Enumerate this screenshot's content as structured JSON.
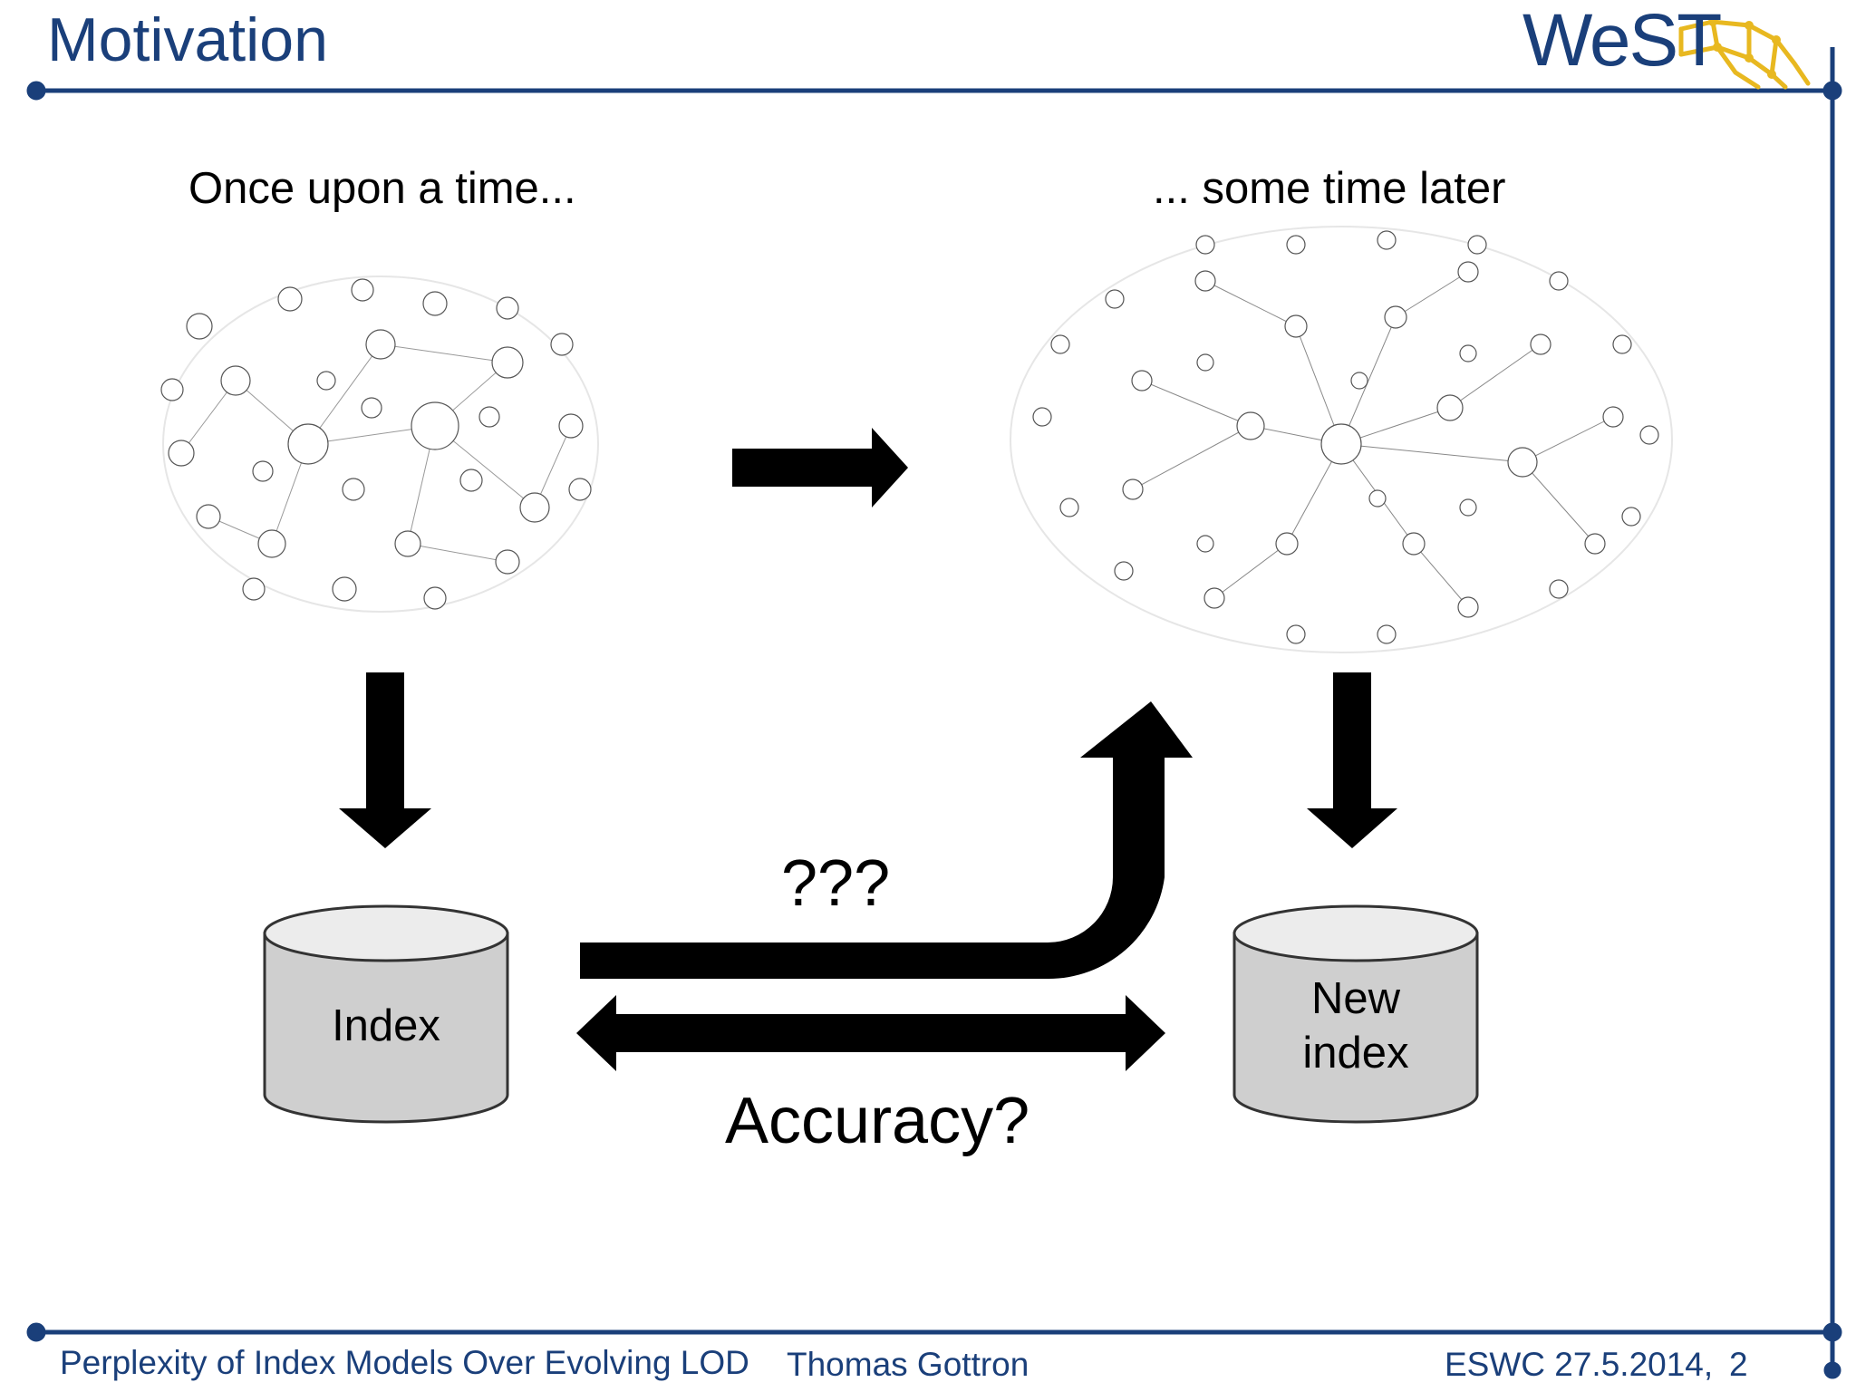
{
  "slide": {
    "title": "Motivation",
    "logo_text": "WeST",
    "colors": {
      "frame": "#1a3f7a",
      "arrow": "#000000",
      "cylinder": "#d9d9d9",
      "logo_accent": "#e8b820"
    }
  },
  "diagram": {
    "caption_left": "Once upon a time...",
    "caption_right": "... some time later",
    "cylinder_left_label": "Index",
    "cylinder_right_label_line1": "New",
    "cylinder_right_label_line2": "index",
    "question_label": "???",
    "accuracy_label": "Accuracy?"
  },
  "footer": {
    "talk_title": "Perplexity of Index Models Over Evolving LOD",
    "author": "Thomas Gottron",
    "event_date": "ESWC 27.5.2014,",
    "page_number": "2"
  }
}
